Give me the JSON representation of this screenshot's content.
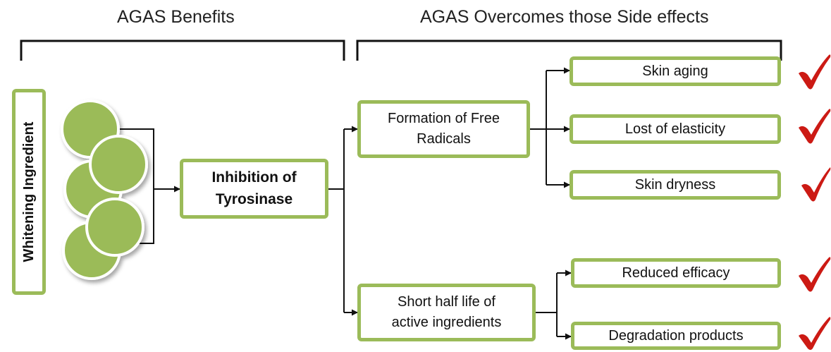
{
  "headers": {
    "left": "AGAS Benefits",
    "right": "AGAS Overcomes those Side effects"
  },
  "source": {
    "label": "Whitening Ingredient"
  },
  "center": {
    "line1": "Inhibition of",
    "line2": "Tyrosinase"
  },
  "branches": [
    {
      "line1": "Formation of Free",
      "line2": "Radicals",
      "effects": [
        "Skin aging",
        "Lost of elasticity",
        "Skin dryness"
      ]
    },
    {
      "line1": "Short half life of",
      "line2": "active ingredients",
      "effects": [
        "Reduced efficacy",
        "Degradation products"
      ]
    }
  ],
  "colors": {
    "box_border": "#9bbb59",
    "circle_fill": "#9bbb59",
    "check_mark": "#cc1a14",
    "connector": "#111111"
  },
  "icons": {
    "check": "check-mark-icon",
    "arrow": "arrow-right-icon"
  }
}
